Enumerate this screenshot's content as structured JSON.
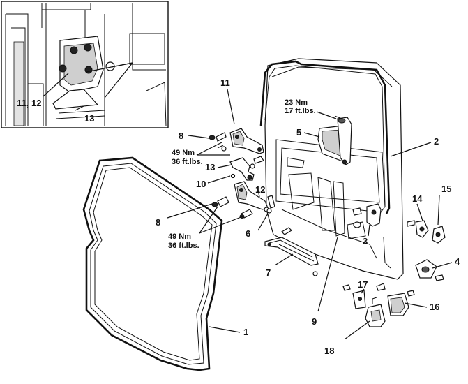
{
  "labels": {
    "l1": "1",
    "l2": "2",
    "l3": "3",
    "l4": "4",
    "l5": "5",
    "l6": "6",
    "l7": "7",
    "l8a": "8",
    "l8b": "8",
    "l9": "9",
    "l10": "10",
    "l11": "11",
    "l11_12": "11, 12",
    "l12": "12",
    "l13a": "13",
    "l13b": "13",
    "l14": "14",
    "l15": "15",
    "l16": "16",
    "l17": "17",
    "l18": "18"
  },
  "torques": {
    "t23_nm": "23 Nm",
    "t23_ftlbs": "17 ft.lbs.",
    "t49a_nm": "49 Nm",
    "t49a_ftlbs": "36 ft.lbs.",
    "t49b_nm": "49 Nm",
    "t49b_ftlbs": "36 ft.lbs."
  }
}
